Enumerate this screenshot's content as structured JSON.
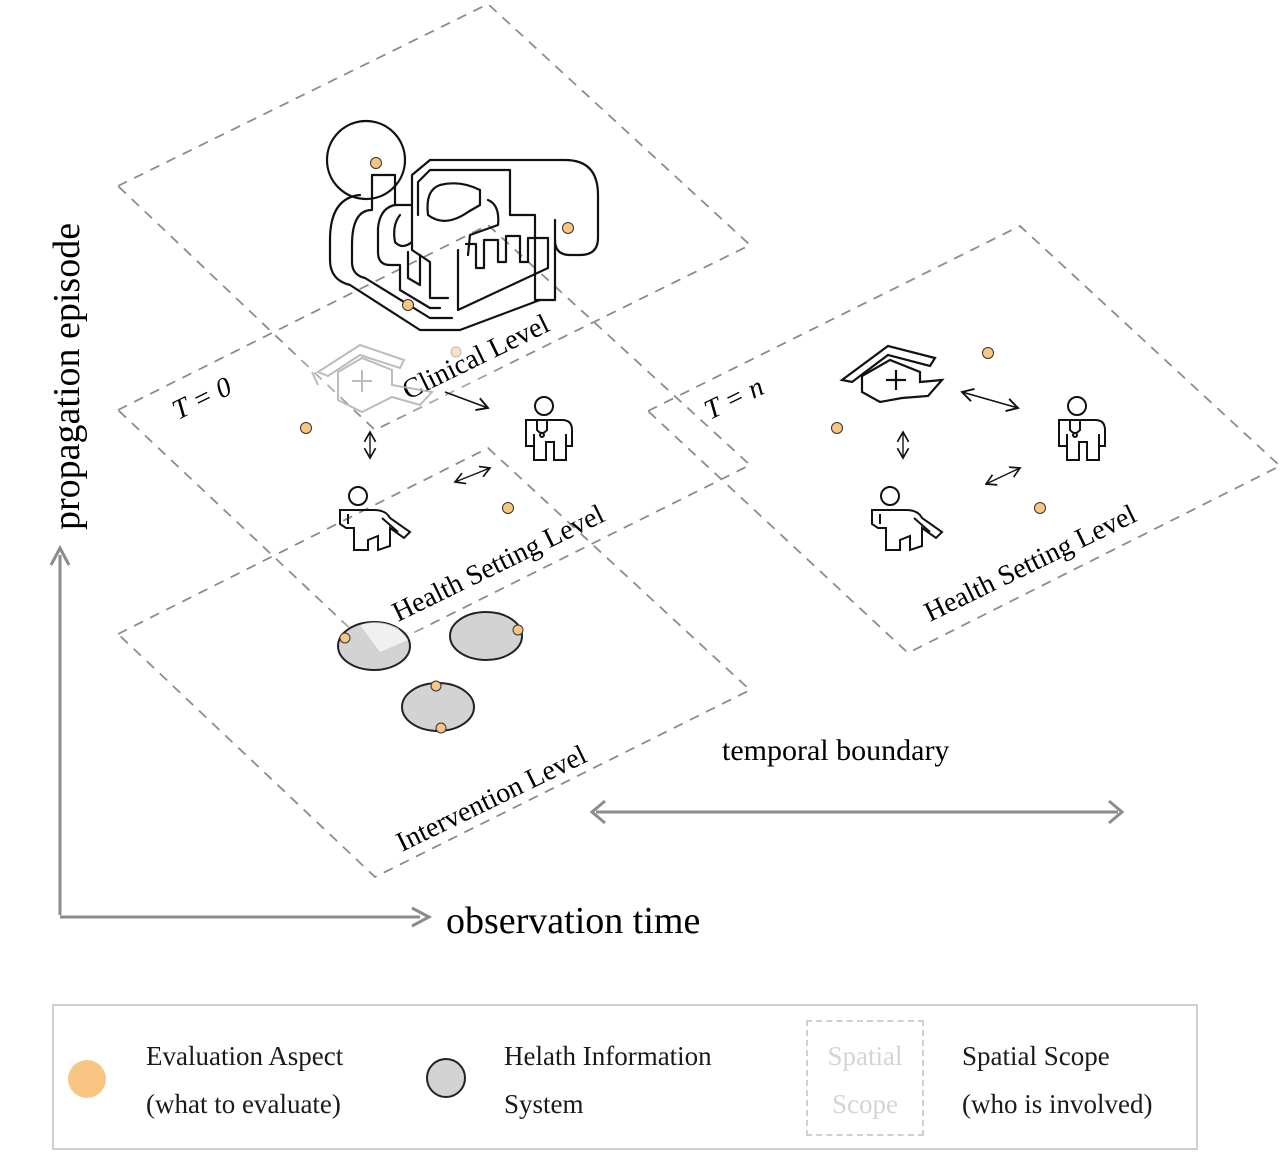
{
  "axes": {
    "y_label": "propagation episode",
    "x_label": "observation time"
  },
  "temporal_boundary_label": "temporal boundary",
  "left_stack": {
    "time_label": "T = 0",
    "levels": [
      "Clinical Level",
      "Health Setting Level",
      "Intervention Level"
    ]
  },
  "right_stack": {
    "time_label": "T = n",
    "levels": [
      "Health Setting Level"
    ]
  },
  "legend": {
    "items": [
      {
        "line1": "Evaluation Aspect",
        "line2": "(what to evaluate)",
        "icon": "orange-dot-icon"
      },
      {
        "line1": "Helath Information",
        "line2": "System",
        "icon": "gray-circle-icon"
      },
      {
        "box_line1": "Spatial",
        "box_line2": "Scope",
        "line1": "Spatial Scope",
        "line2": "(who is involved)",
        "icon": "dashed-box-icon"
      }
    ]
  },
  "colors": {
    "evaluation_aspect": "#f8c583",
    "information_system": "#d3d3d3",
    "dashed_plane": "#8c8c8c",
    "axis": "#8c8c8c"
  }
}
